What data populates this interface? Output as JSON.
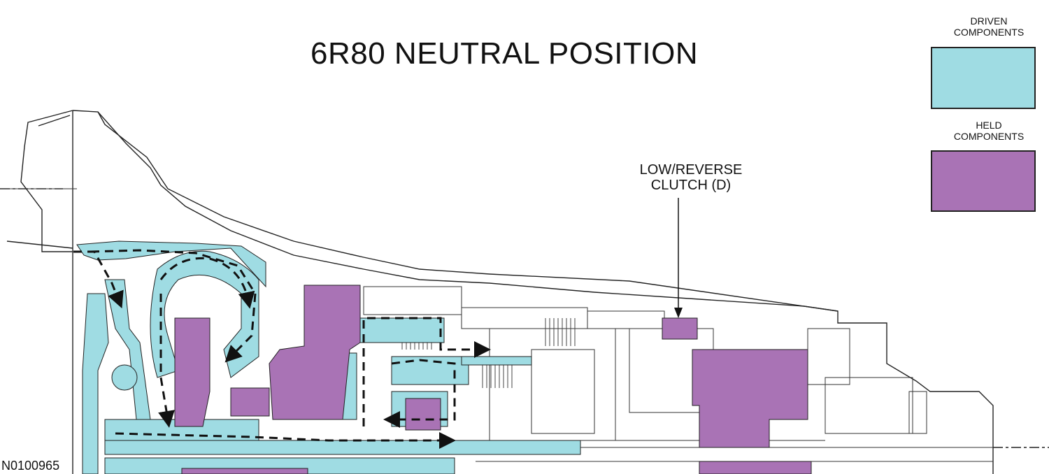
{
  "title": "6R80 NEUTRAL POSITION",
  "legend": [
    {
      "label_line1": "DRIVEN",
      "label_line2": "COMPONENTS",
      "color": "#9fdce3"
    },
    {
      "label_line1": "HELD",
      "label_line2": "COMPONENTS",
      "color": "#a973b5"
    }
  ],
  "callout": {
    "line1": "LOW/REVERSE",
    "line2": "CLUTCH (D)"
  },
  "figure_id": "N0100965",
  "colors": {
    "driven": "#9fdce3",
    "held": "#a973b5",
    "line": "#222222"
  }
}
